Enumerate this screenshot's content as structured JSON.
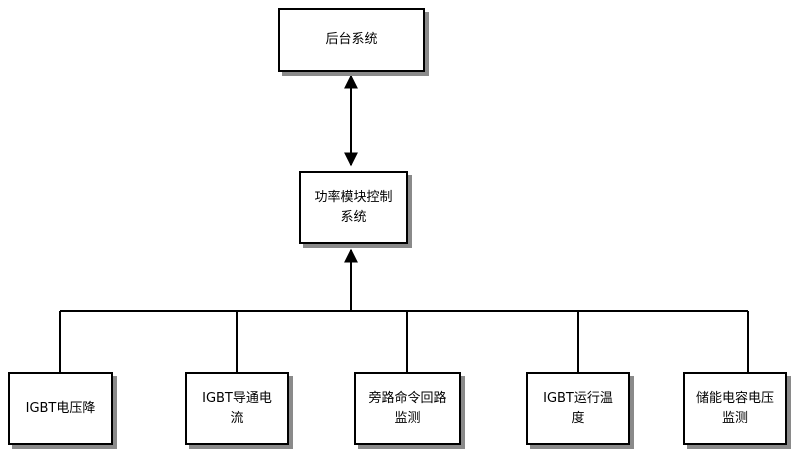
{
  "nodes": {
    "backend": "后台系统",
    "power_module": {
      "line1": "功率模块控制",
      "line2": "系统"
    },
    "igbt_voltage_drop": "IGBT电压降",
    "igbt_conduction_current": {
      "line1": "IGBT导通电",
      "line2": "流"
    },
    "bypass_loop": {
      "line1": "旁路命令回路",
      "line2": "监测"
    },
    "igbt_temperature": {
      "line1": "IGBT运行温",
      "line2": "度"
    },
    "capacitor_voltage": {
      "line1": "储能电容电压",
      "line2": "监测"
    }
  }
}
